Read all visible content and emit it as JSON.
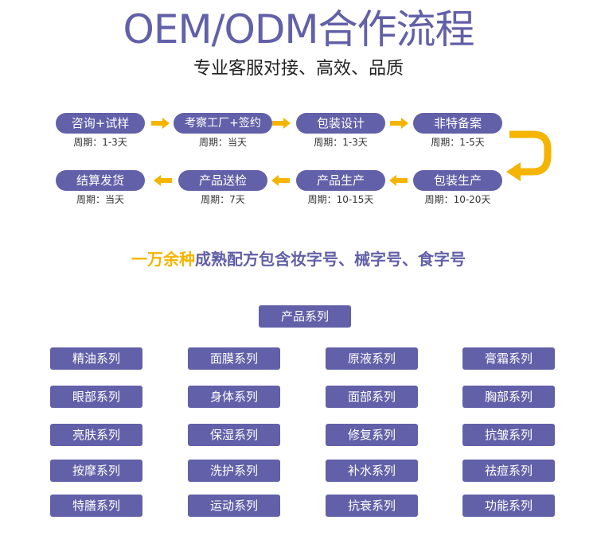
{
  "header": {
    "title": "OEM/ODM合作流程",
    "subtitle": "专业客服对接、高效、品质"
  },
  "flow": {
    "row1": [
      {
        "label": "咨询+试样",
        "period": "周期：1-3天"
      },
      {
        "label": "考察工厂+签约",
        "period": "周期：当天"
      },
      {
        "label": "包装设计",
        "period": "周期：1-3天"
      },
      {
        "label": "非特备案",
        "period": "周期：1-5天"
      }
    ],
    "row2": [
      {
        "label": "结算发货",
        "period": "周期：当天"
      },
      {
        "label": "产品送检",
        "period": "周期：7天"
      },
      {
        "label": "产品生产",
        "period": "周期：10-15天"
      },
      {
        "label": "包装生产",
        "period": "周期：10-20天"
      }
    ]
  },
  "highlight": {
    "accent": "一万余种",
    "rest": "成熟配方包含妆字号、械字号、食字号"
  },
  "series": {
    "header": "产品系列",
    "items": [
      "精油系列",
      "面膜系列",
      "原液系列",
      "膏霜系列",
      "眼部系列",
      "身体系列",
      "面部系列",
      "胸部系列",
      "亮肤系列",
      "保湿系列",
      "修复系列",
      "抗皱系列",
      "按摩系列",
      "洗护系列",
      "补水系列",
      "祛痘系列",
      "特膳系列",
      "运动系列",
      "抗衰系列",
      "功能系列"
    ]
  },
  "colors": {
    "primary": "#6260a8",
    "accent": "#f4b400"
  }
}
